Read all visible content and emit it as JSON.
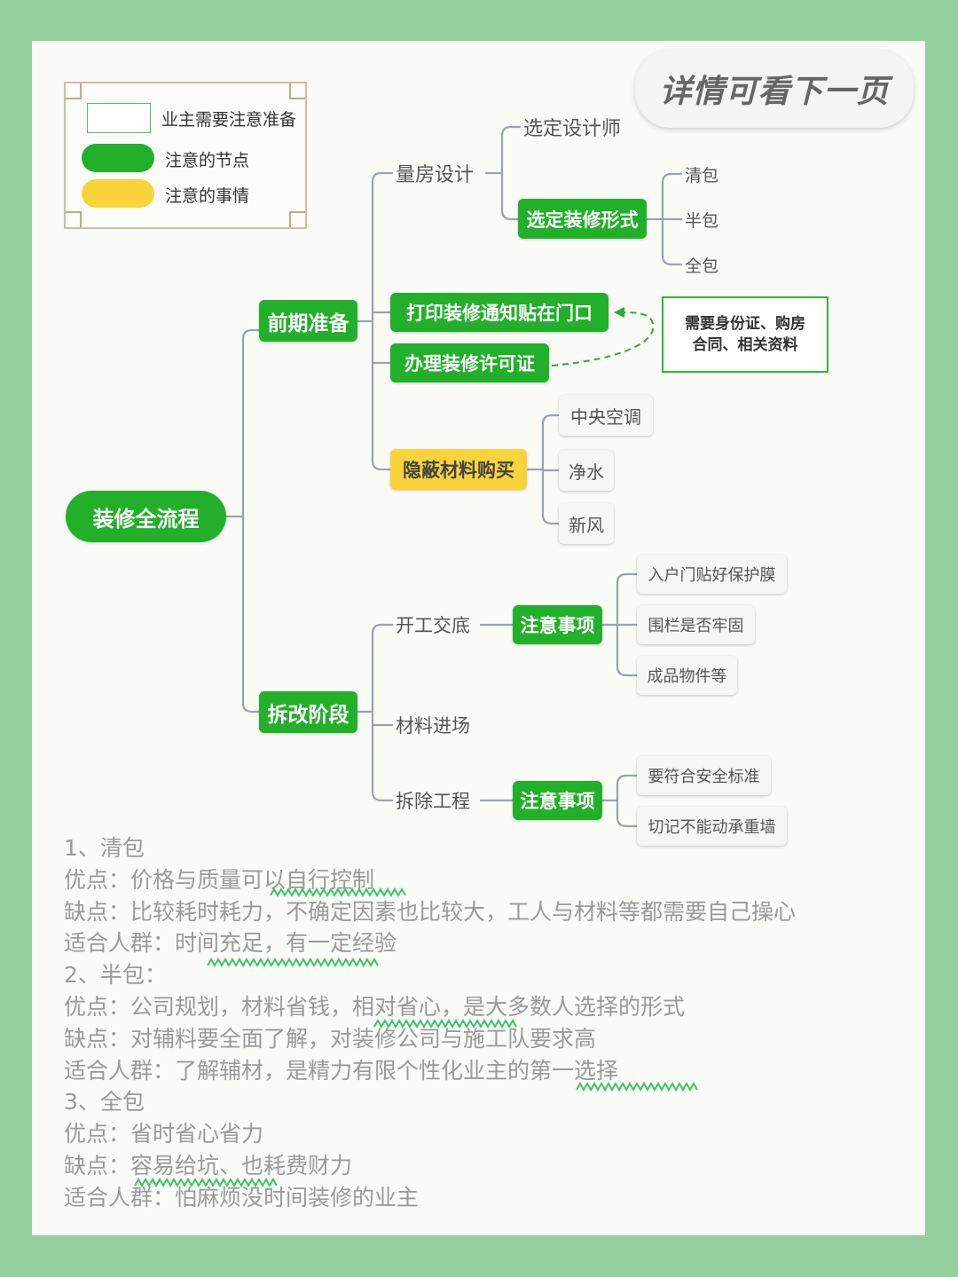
{
  "banner": {
    "text": "详情可看下一页"
  },
  "legend": {
    "items": [
      {
        "label": "业主需要注意准备",
        "swatch": "#ffffff"
      },
      {
        "label": "注意的节点",
        "swatch": "#22b02a"
      },
      {
        "label": "注意的事情",
        "swatch": "#f8d43a"
      }
    ]
  },
  "colors": {
    "green": "#22b02a",
    "yellow": "#f8d43a",
    "background": "#93cf9c",
    "line": "#9aa3ad"
  },
  "mindmap": {
    "root": "装修全流程",
    "early": {
      "label": "前期准备",
      "measure": "量房设计",
      "designer": "选定设计师",
      "style": "选定装修形式",
      "style_options": [
        "清包",
        "半包",
        "全包"
      ],
      "print_notice": "打印装修通知贴在门口",
      "permit": "办理装修许可证",
      "permit_note": "需要身份证、购房合同、相关资料",
      "hidden_materials": "隐蔽材料购买",
      "hidden_options": [
        "中央空调",
        "净水",
        "新风"
      ]
    },
    "demo": {
      "label": "拆改阶段",
      "handover": "开工交底",
      "handover_note": "注意事项",
      "handover_items": [
        "入户门贴好保护膜",
        "围栏是否牢固",
        "成品物件等"
      ],
      "materials": "材料进场",
      "demolition": "拆除工程",
      "demolition_note": "注意事项",
      "demolition_items": [
        "要符合安全标准",
        "切记不能动承重墙"
      ]
    }
  },
  "notes": [
    "1、清包",
    "优点：价格与质量可以自行控制",
    "缺点：比较耗时耗力，不确定因素也比较大，工人与材料等都需要自己操心",
    "适合人群：时间充足，有一定经验",
    "2、半包：",
    "优点：公司规划，材料省钱，相对省心，是大多数人选择的形式",
    "缺点：对辅料要全面了解，对装修公司与施工队要求高",
    "适合人群：了解辅材，是精力有限个性化业主的第一选择",
    "3、全包",
    "优点：省时省心省力",
    "缺点：容易给坑、也耗费财力",
    "适合人群：怕麻烦没时间装修的业主"
  ]
}
